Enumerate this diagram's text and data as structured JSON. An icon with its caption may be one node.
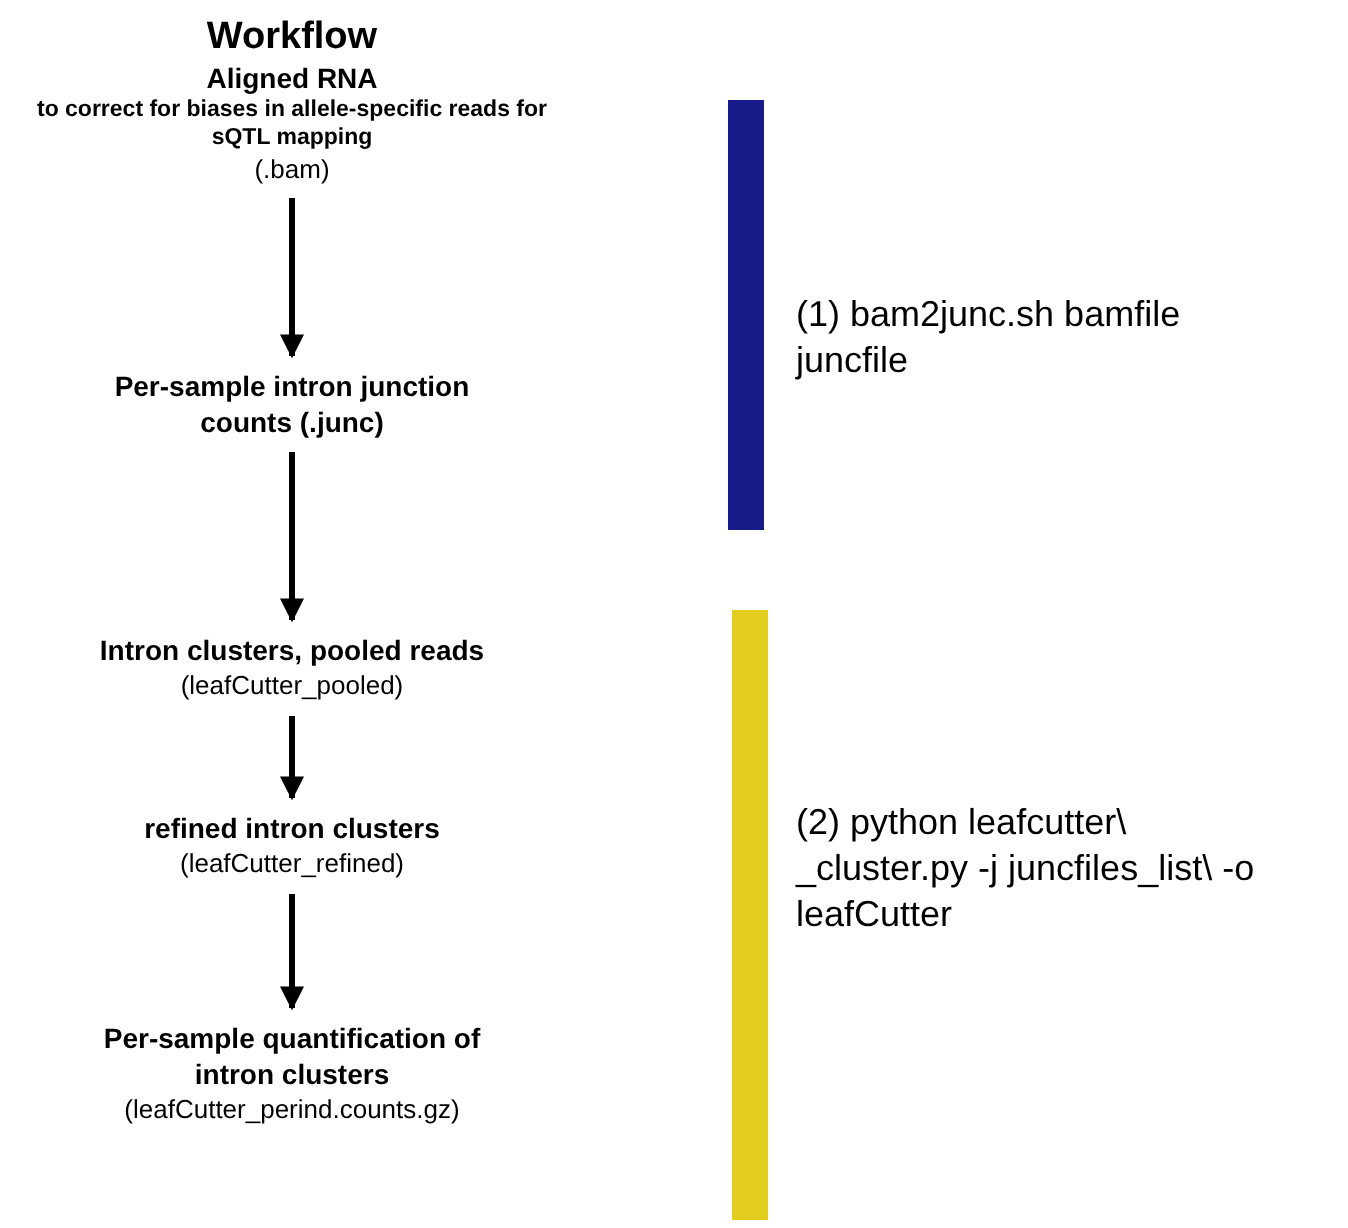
{
  "diagram": {
    "title": "Workflow",
    "nodes": [
      {
        "text": [
          "Aligned RNA",
          "to correct for biases in allele-specific reads for sQTL mapping",
          "(.bam)"
        ]
      },
      {
        "text": [
          "**Per-sample intron junction counts** (.junc)"
        ]
      },
      {
        "text": [
          "Intron clusters, pooled reads",
          "(leafCutter_pooled)"
        ]
      },
      {
        "text": [
          "refined intron clusters",
          "(leafCutter_refined)"
        ]
      },
      {
        "text": [
          "Per-sample quantification of intron clusters",
          "(leafCutter_perind.counts.gz)"
        ]
      },
      {
        "text": [],
        "shape": "bar",
        "beside": [
          "(1) bam2junc.sh bamfile juncfile"
        ]
      },
      {
        "text": [],
        "shape": "bar",
        "beside": [
          "(2) python leafcutter\\ _cluster.py -j juncfiles_list\\ -o leafCutter"
        ]
      }
    ],
    "edges": [
      {
        "from": 0,
        "to": 1,
        "arrow": "to"
      },
      {
        "from": 1,
        "to": 2,
        "arrow": "to"
      },
      {
        "from": 2,
        "to": 3,
        "arrow": "to"
      },
      {
        "from": 3,
        "to": 4,
        "arrow": "to"
      }
    ]
  }
}
